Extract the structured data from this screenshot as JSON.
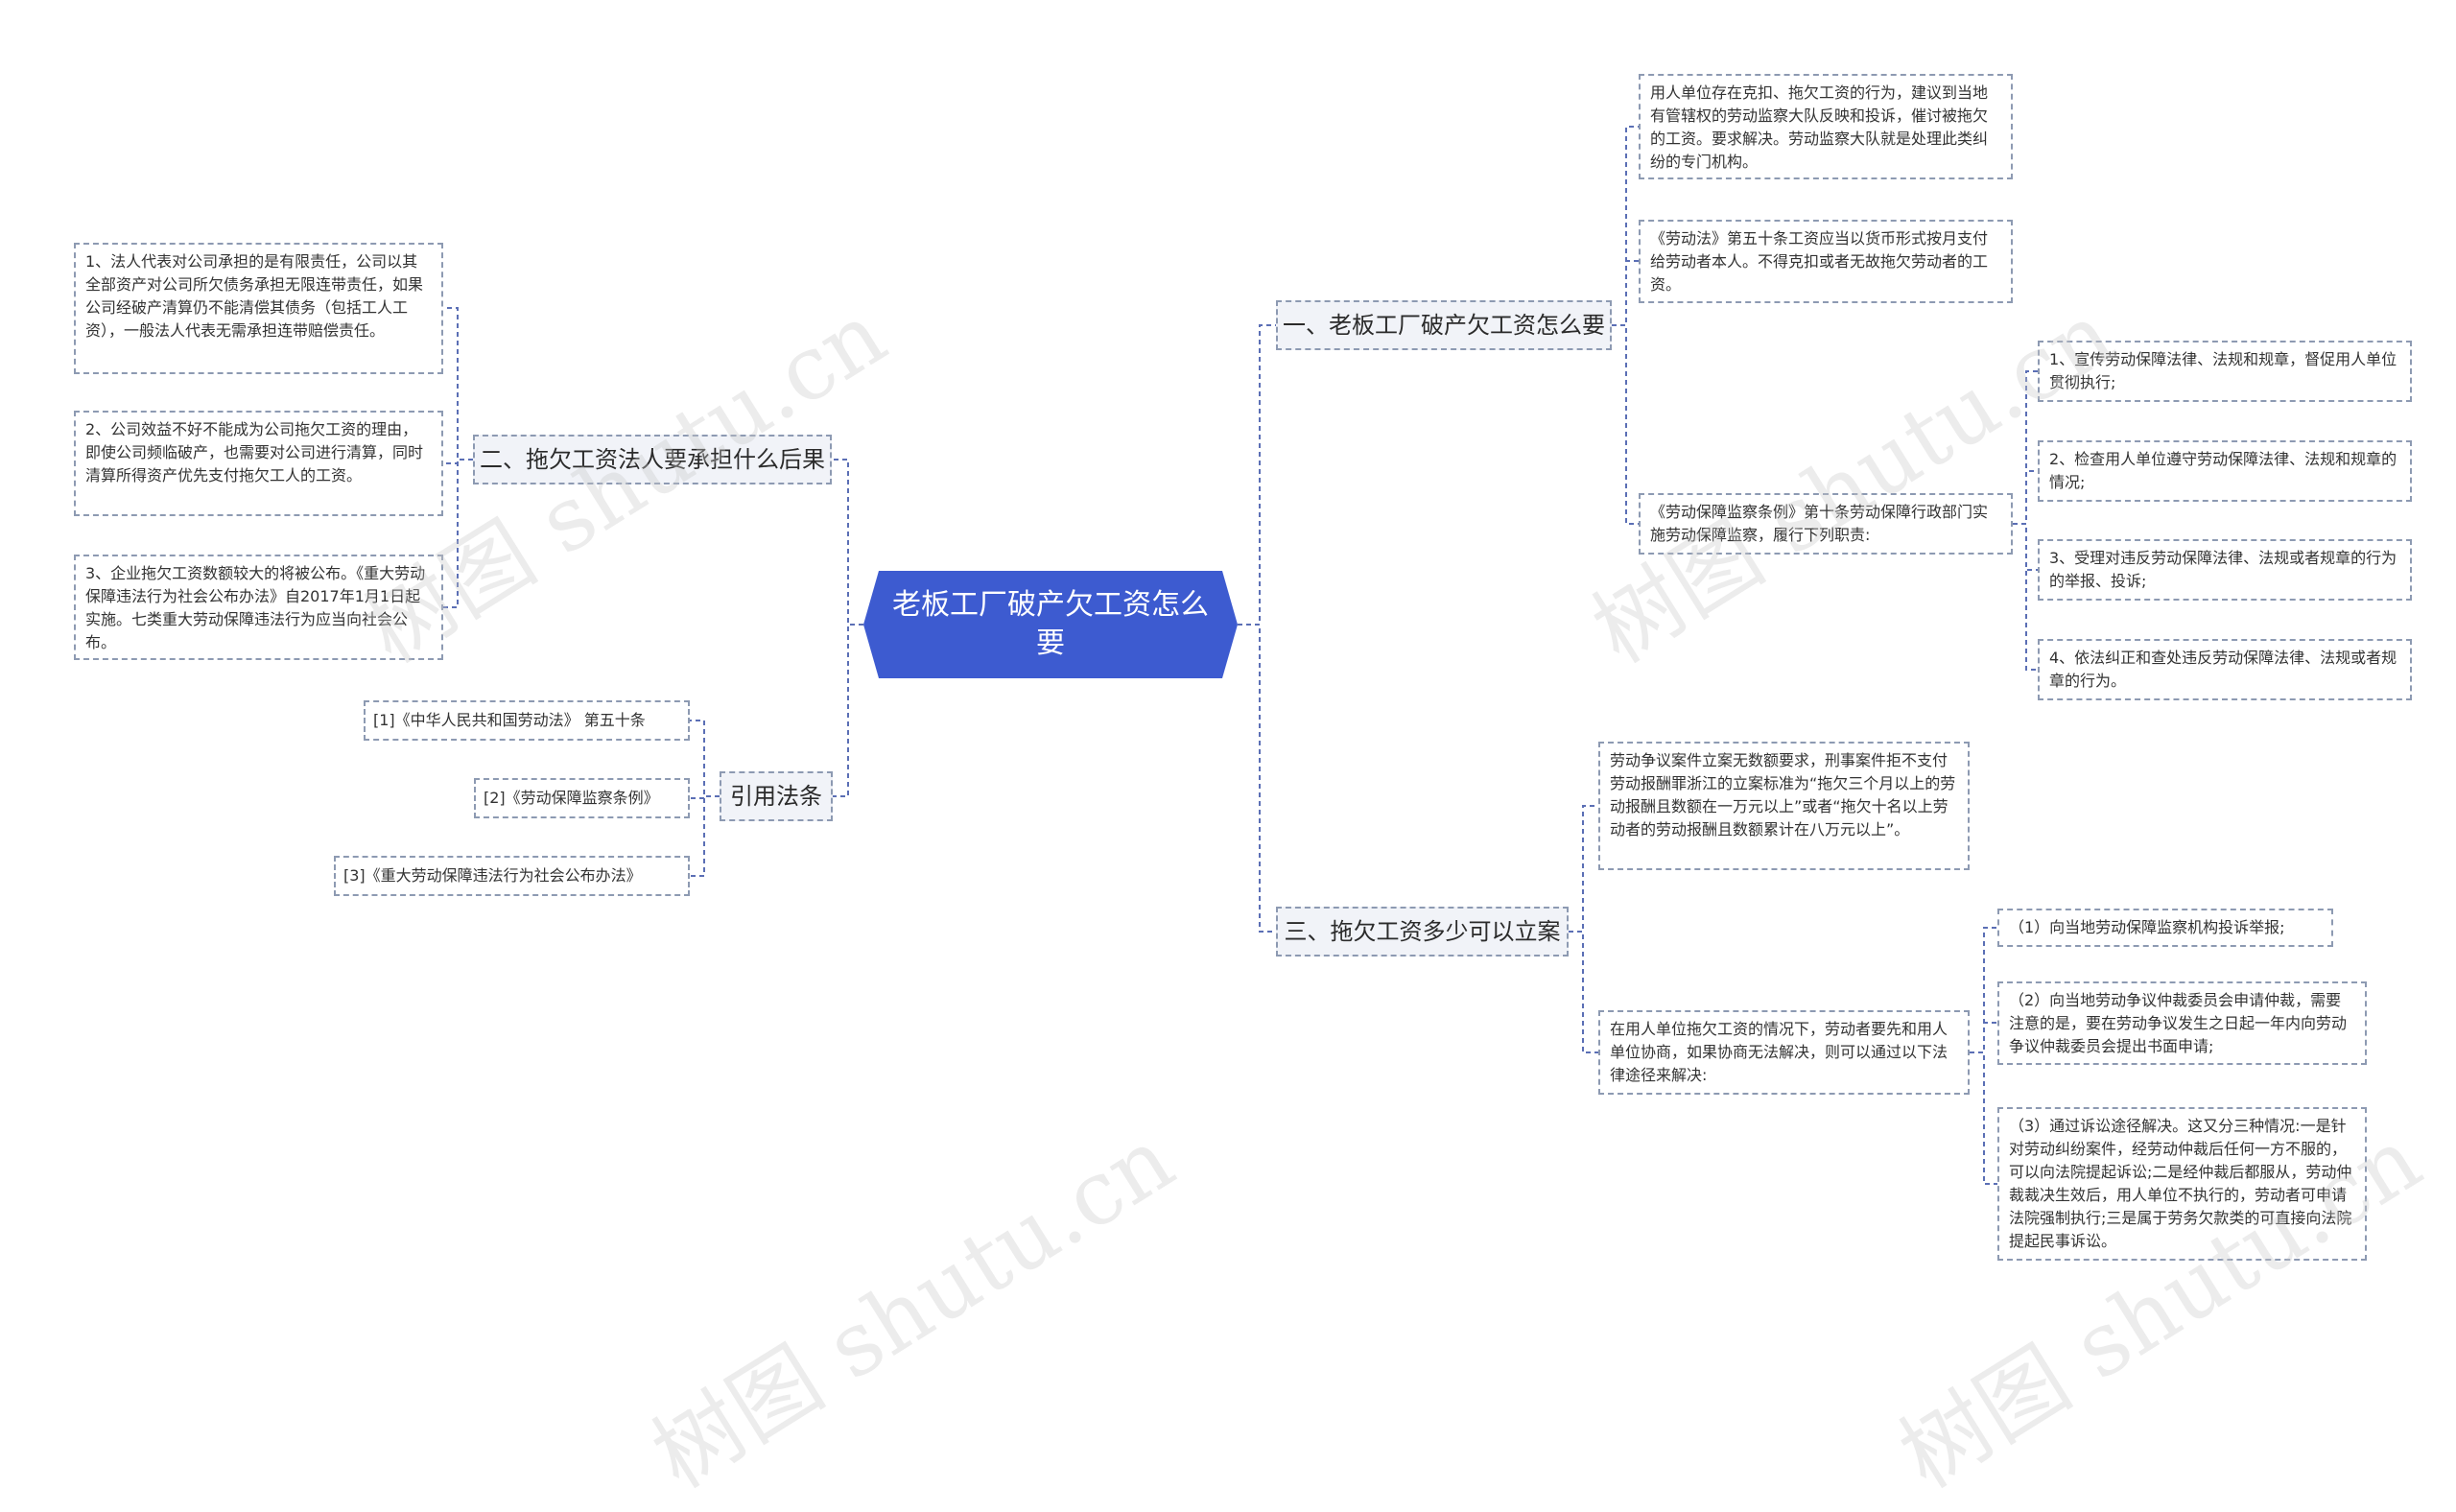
{
  "root": {
    "title": "老板工厂破产欠工资怎么要"
  },
  "branches": {
    "b1": "一、老板工厂破产欠工资怎么要",
    "b2": "二、拖欠工资法人要承担什么后果",
    "b3": "三、拖欠工资多少可以立案",
    "b4": "引用法条"
  },
  "b1_children": {
    "c1": "用人单位存在克扣、拖欠工资的行为，建议到当地有管辖权的劳动监察大队反映和投诉，催讨被拖欠的工资。要求解决。劳动监察大队就是处理此类纠纷的专门机构。",
    "c2": "《劳动法》第五十条工资应当以货币形式按月支付给劳动者本人。不得克扣或者无故拖欠劳动者的工资。",
    "c3": "《劳动保障监察条例》第十条劳动保障行政部门实施劳动保障监察，履行下列职责:",
    "duties": [
      "1、宣传劳动保障法律、法规和规章，督促用人单位贯彻执行;",
      "2、检查用人单位遵守劳动保障法律、法规和规章的情况;",
      "3、受理对违反劳动保障法律、法规或者规章的行为的举报、投诉;",
      "4、依法纠正和查处违反劳动保障法律、法规或者规章的行为。"
    ]
  },
  "b2_children": [
    "1、法人代表对公司承担的是有限责任，公司以其全部资产对公司所欠债务承担无限连带责任，如果公司经破产清算仍不能清偿其债务（包括工人工资），一般法人代表无需承担连带赔偿责任。",
    "2、公司效益不好不能成为公司拖欠工资的理由，即使公司频临破产，也需要对公司进行清算，同时清算所得资产优先支付拖欠工人的工资。",
    "3、企业拖欠工资数额较大的将被公布。《重大劳动保障违法行为社会公布办法》自2017年1月1日起实施。七类重大劳动保障违法行为应当向社会公布。"
  ],
  "b3_children": {
    "c1": "劳动争议案件立案无数额要求，刑事案件拒不支付劳动报酬罪浙江的立案标准为“拖欠三个月以上的劳动报酬且数额在一万元以上”或者“拖欠十名以上劳动者的劳动报酬且数额累计在八万元以上”。",
    "c2": "在用人单位拖欠工资的情况下，劳动者要先和用人单位协商，如果协商无法解决，则可以通过以下法律途径来解决:",
    "ways": [
      "（1）向当地劳动保障监察机构投诉举报;",
      "（2）向当地劳动争议仲裁委员会申请仲裁，需要注意的是，要在劳动争议发生之日起一年内向劳动争议仲裁委员会提出书面申请;",
      "（3）通过诉讼途径解决。这又分三种情况:一是针对劳动纠纷案件，经劳动仲裁后任何一方不服的，可以向法院提起诉讼;二是经仲裁后都服从，劳动仲裁裁决生效后，用人单位不执行的，劳动者可申请法院强制执行;三是属于劳务欠款类的可直接向法院提起民事诉讼。"
    ]
  },
  "refs": [
    "[1]《中华人民共和国劳动法》 第五十条",
    "[2]《劳动保障监察条例》",
    "[3]《重大劳动保障违法行为社会公布办法》"
  ],
  "watermark": "树图 shutu.cn",
  "colors": {
    "root": "#3d5bd0",
    "line": "#5b6fb5",
    "border": "#8d9ab2"
  }
}
